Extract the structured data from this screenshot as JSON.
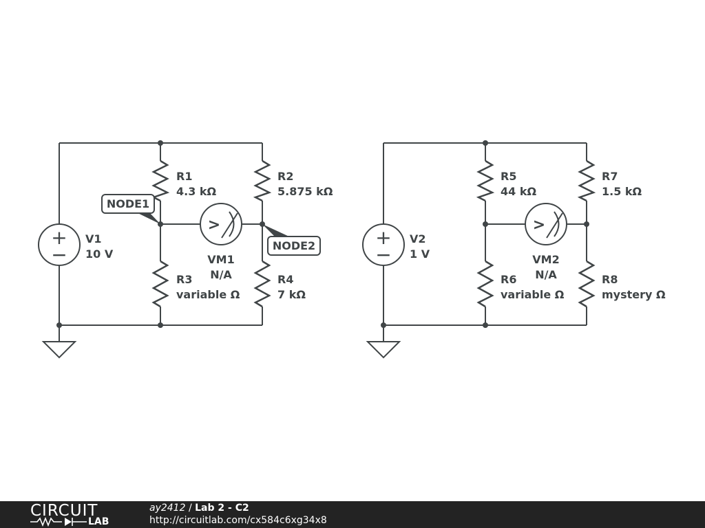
{
  "circuit1": {
    "source": {
      "name": "V1",
      "value": "10 V"
    },
    "r1": {
      "name": "R1",
      "value": "4.3 kΩ"
    },
    "r2": {
      "name": "R2",
      "value": "5.875 kΩ"
    },
    "r3": {
      "name": "R3",
      "value": "variable Ω"
    },
    "r4": {
      "name": "R4",
      "value": "7 kΩ"
    },
    "meter": {
      "name": "VM1",
      "value": "N/A"
    },
    "node_left": "NODE1",
    "node_right": "NODE2"
  },
  "circuit2": {
    "source": {
      "name": "V2",
      "value": "1 V"
    },
    "r5": {
      "name": "R5",
      "value": "44 kΩ"
    },
    "r7": {
      "name": "R7",
      "value": "1.5 kΩ"
    },
    "r6": {
      "name": "R6",
      "value": "variable Ω"
    },
    "r8": {
      "name": "R8",
      "value": "mystery Ω"
    },
    "meter": {
      "name": "VM2",
      "value": "N/A"
    }
  },
  "footer": {
    "logo_top": "CIRCUIT",
    "logo_bottom": "LAB",
    "user": "ay2412",
    "separator": " / ",
    "title": "Lab 2 - C2",
    "url": "http://circuitlab.com/cx584c6xg34x8"
  },
  "symbols": {
    "plus": "+",
    "minus": "−",
    "meter_arrow": ">"
  },
  "colors": {
    "wire": "#404547",
    "footer_bg": "#232323"
  }
}
